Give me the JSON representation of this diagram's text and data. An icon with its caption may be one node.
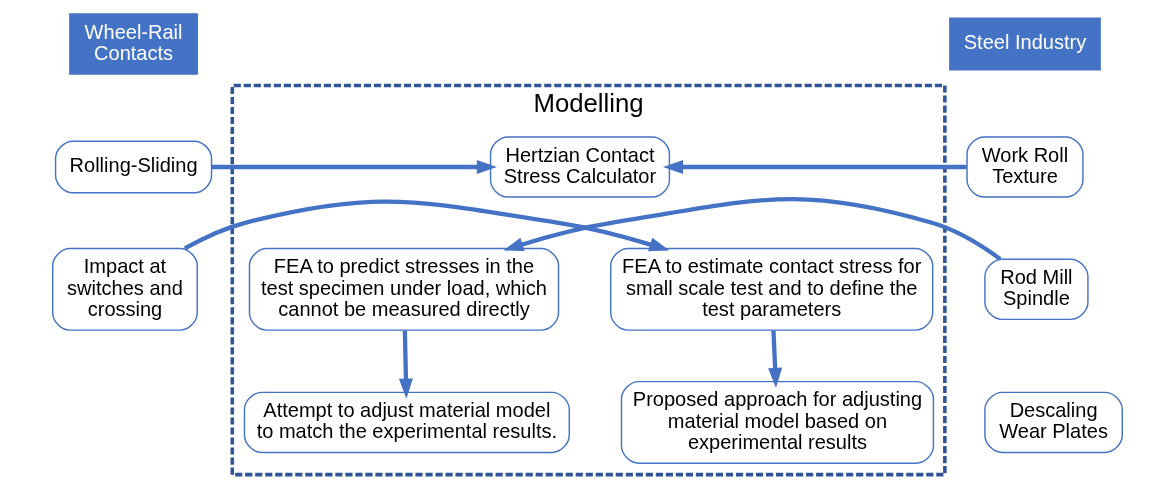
{
  "diagram": {
    "nodes": [
      {
        "text": [
          "Wheel-Rail Contacts"
        ]
      },
      {
        "text": [
          "Rolling-Sliding"
        ]
      },
      {
        "text": [
          "Impact at switches and crossing"
        ]
      },
      {
        "text": [
          "Modelling"
        ]
      },
      {
        "text": [
          "Hertzian Contact Stress Calculator"
        ],
        "in": 3
      },
      {
        "text": [
          "FEA to estimate contact stress for small scale test and to define the test parameters"
        ],
        "in": 3
      },
      {
        "text": [
          "FEA to predict stresses in the test specimen under load, which cannot be measured directly"
        ],
        "in": 3
      },
      {
        "text": [
          "Proposed approach for adjusting material model based on experimental results"
        ],
        "in": 3
      },
      {
        "text": [
          "Attempt to adjust material model to match the experimental results."
        ],
        "in": 3
      },
      {
        "text": [
          "Steel Industry"
        ]
      },
      {
        "text": [
          "Work Roll Texture"
        ]
      },
      {
        "text": [
          "Rod Mill Spindle"
        ]
      },
      {
        "text": [
          "Descaling Wear Plates"
        ]
      }
    ],
    "edges": [
      {
        "from": 1,
        "to": 4,
        "arrow": "to"
      },
      {
        "from": 10,
        "to": 4,
        "arrow": "to"
      },
      {
        "from": 2,
        "to": 5,
        "arrow": "to"
      },
      {
        "from": 11,
        "to": 6,
        "arrow": "to"
      },
      {
        "from": 5,
        "to": 7,
        "arrow": "to"
      },
      {
        "from": 6,
        "to": 8,
        "arrow": "to"
      }
    ]
  }
}
